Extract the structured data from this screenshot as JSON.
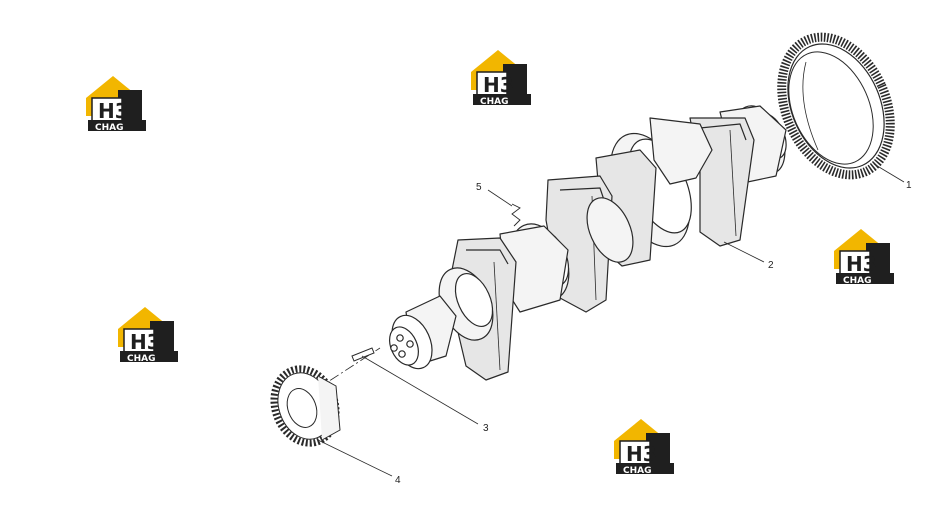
{
  "diagram": {
    "callouts": [
      {
        "id": 1,
        "label": "1"
      },
      {
        "id": 2,
        "label": "2"
      },
      {
        "id": 3,
        "label": "3"
      },
      {
        "id": 4,
        "label": "4"
      },
      {
        "id": 5,
        "label": "5"
      }
    ],
    "watermark": {
      "main_text": "H3",
      "sub_text": "CHAG",
      "colors": {
        "accent": "#f2b600",
        "dark": "#1f1f1f",
        "light": "#ffffff"
      }
    },
    "colors": {
      "line": "#2a2a2a",
      "shade": "#d8d8d8",
      "fill": "#f4f4f4"
    }
  }
}
